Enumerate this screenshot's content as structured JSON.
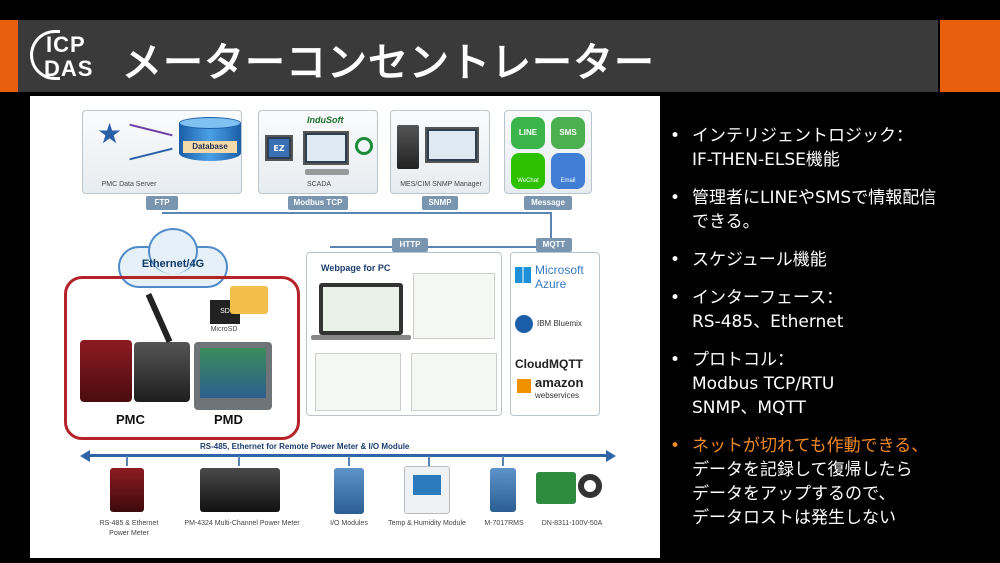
{
  "header": {
    "logo_line1": "ICP",
    "logo_line2": "DAS",
    "title": "メーターコンセントレーター"
  },
  "diagram": {
    "top_cards": [
      {
        "caption": "PMC Data Server",
        "tag": "FTP"
      },
      {
        "caption": "SCADA",
        "tag": "Modbus TCP"
      },
      {
        "caption": "MES/CIM  SNMP Manager",
        "tag": "SNMP"
      },
      {
        "caption": "",
        "tag": "Message"
      }
    ],
    "database_label": "Database",
    "insoft_brand": "InduSoft",
    "ez_label": "EZ",
    "message_icons": [
      "LINE",
      "SMS",
      "WeChat",
      "Email"
    ],
    "cloud_label": "Ethernet/4G",
    "http_tag": "HTTP",
    "mqtt_tag": "MQTT",
    "webpage_label": "Webpage for PC",
    "cloud_services": [
      "Microsoft",
      "Azure",
      "IBM Bluemix",
      "CloudMQTT",
      "amazon",
      "webservices"
    ],
    "sd_label": "MicroSD",
    "sd_card": "SD",
    "device_labels": [
      "PMC",
      "PMD"
    ],
    "bus_label": "RS-485, Ethernet for Remote Power Meter & I/O Module",
    "bottom_devices": [
      {
        "caption_l1": "RS-485 & Ethernet",
        "caption_l2": "Power Meter"
      },
      {
        "caption_l1": "PM-4324 Multi-Channel Power Meter",
        "caption_l2": ""
      },
      {
        "caption_l1": "I/O Modules",
        "caption_l2": ""
      },
      {
        "caption_l1": "Temp & Humidity Module",
        "caption_l2": ""
      },
      {
        "caption_l1": "M-7017RMS",
        "caption_l2": ""
      },
      {
        "caption_l1": "DN-8311-100V-50A",
        "caption_l2": ""
      }
    ]
  },
  "bullets": [
    {
      "lines": [
        "インテリジェントロジック：",
        "IF-THEN-ELSE機能"
      ],
      "highlight": false
    },
    {
      "lines": [
        "管理者にLINEやSMSで情報配信",
        "できる。"
      ],
      "highlight": false
    },
    {
      "lines": [
        "スケジュール機能"
      ],
      "highlight": false
    },
    {
      "lines": [
        "インターフェース：",
        "RS-485、Ethernet"
      ],
      "highlight": false
    },
    {
      "lines": [
        "プロトコル：",
        "Modbus TCP/RTU",
        "SNMP、MQTT"
      ],
      "highlight": false
    },
    {
      "lines": [
        "ネットが切れても作動できる、",
        "データを記録して復帰したら",
        "データをアップするので、",
        "データロストは発生しない"
      ],
      "highlight": true
    }
  ],
  "bullet_symbol": "•",
  "colors": {
    "accent": "#e8600e",
    "header_bar": "#3a3a3a",
    "highlight_text": "#f08a24",
    "redbox": "#b4232a"
  }
}
